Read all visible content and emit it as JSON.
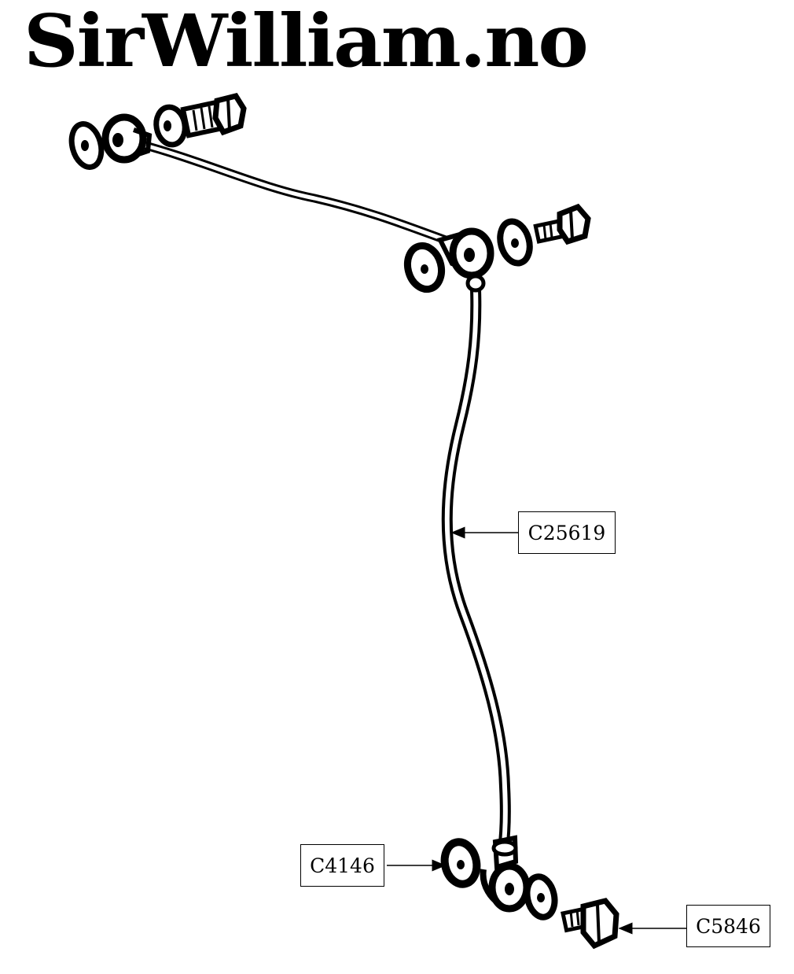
{
  "logo": {
    "text": "SirWilliam.no"
  },
  "callouts": [
    {
      "id": "c25619",
      "label": "C25619"
    },
    {
      "id": "c4146",
      "label": "C4146"
    },
    {
      "id": "c5846",
      "label": "C5846"
    }
  ],
  "colors": {
    "ink": "#000000",
    "paper": "#ffffff"
  }
}
